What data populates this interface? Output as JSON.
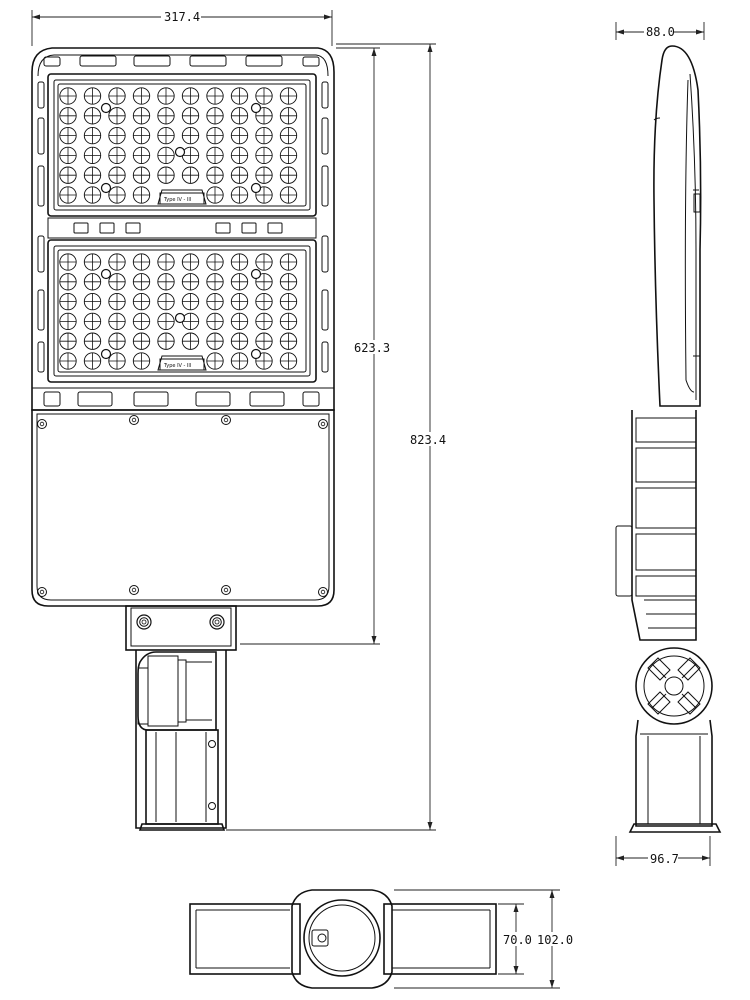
{
  "dimensions": {
    "width": "317.4",
    "height_lamp": "623.3",
    "height_total": "823.4",
    "side_top": "88.0",
    "side_bottom": "96.7",
    "bottom_inner": "70.0",
    "bottom_outer": "102.0"
  },
  "module_label": "Type IV - III"
}
